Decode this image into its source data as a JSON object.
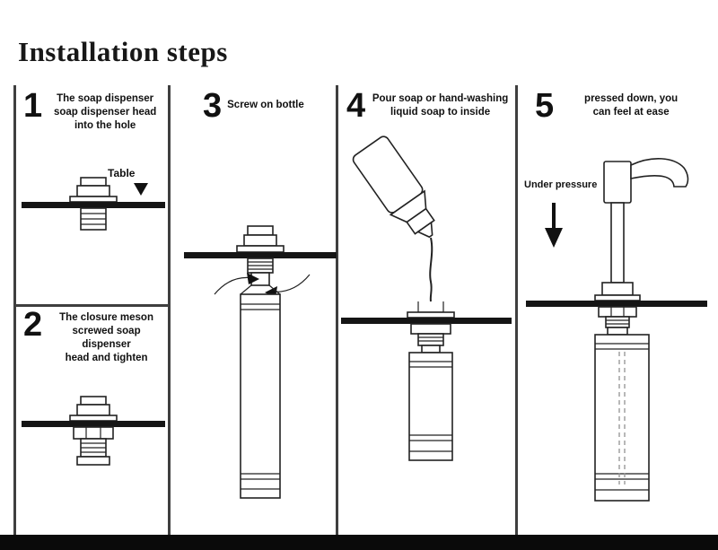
{
  "page": {
    "title": "Installation steps"
  },
  "steps": [
    {
      "number": "1",
      "text": "The soap dispenser\nsoap dispenser head\ninto the hole"
    },
    {
      "number": "2",
      "text": "The closure meson\nscrewed soap dispenser\nhead and tighten"
    },
    {
      "number": "3",
      "text": "Screw on bottle"
    },
    {
      "number": "4",
      "text": "Pour soap or hand-washing\nliquid soap to inside"
    },
    {
      "number": "5",
      "text": "pressed down, you\ncan feel at ease"
    }
  ],
  "labels": {
    "table": "Table",
    "under_pressure": "Under pressure"
  }
}
